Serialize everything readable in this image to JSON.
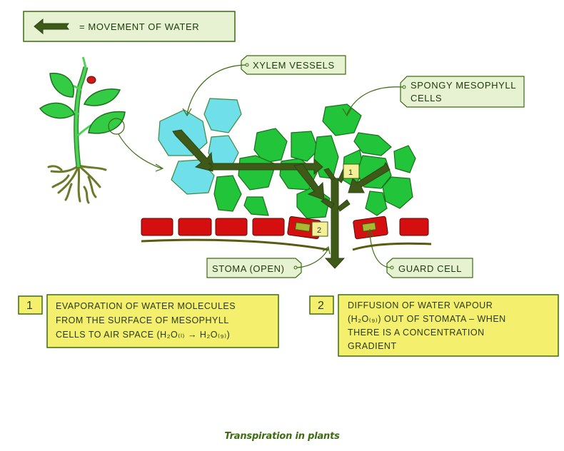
{
  "legend": {
    "arrow_icon": "thick-left-arrow",
    "text": "= MOVEMENT  OF  WATER"
  },
  "labels": {
    "xylem": "XYLEM  VESSELS",
    "spongy_line1": "SPONGY  MESOPHYLL",
    "spongy_line2": "CELLS",
    "stoma": "STOMA  (OPEN)",
    "guard": "GUARD  CELL"
  },
  "markers": {
    "one": "1",
    "two": "2"
  },
  "steps": [
    {
      "number": "1",
      "lines": [
        "EVAPORATION   OF  WATER  MOLECULES",
        "FROM  THE  SURFACE  OF  MESOPHYLL",
        "CELLS  TO  AIR  SPACE  (H₂O₍ₗ₎ → H₂O₍₉₎)"
      ]
    },
    {
      "number": "2",
      "lines": [
        "DIFFUSION  OF  WATER  VAPOUR",
        "(H₂O₍₉₎)  OUT  OF  STOMATA – WHEN",
        "THERE  IS  A  CONCENTRATION",
        "GRADIENT"
      ]
    }
  ],
  "caption": "Transpiration in plants",
  "colors": {
    "label_fill": "#e6f2d2",
    "label_stroke": "#3d6b12",
    "xylem_cell": "#6fe0ea",
    "mesophyll_cell": "#22c43a",
    "epidermis": "#d50f0f",
    "guard_inner": "#a8b830",
    "arrow": "#3f5a18",
    "step_box": "#f5ef6e",
    "plant_leaf": "#33cc44",
    "root": "#6b7a2a"
  }
}
